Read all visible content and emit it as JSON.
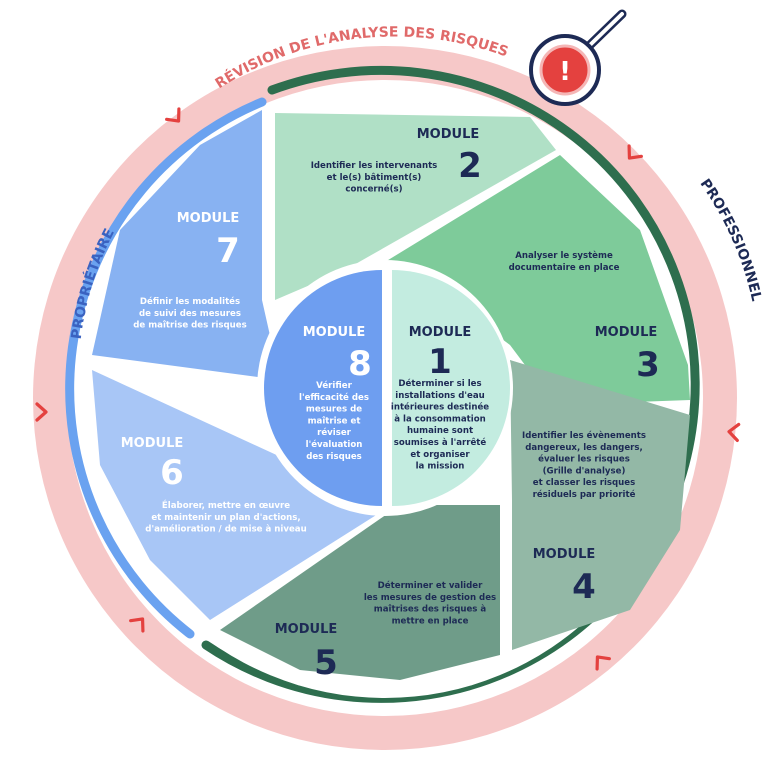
{
  "ring": {
    "top_label": "RÉVISION DE L'ANALYSE DES RISQUES",
    "left_label": "PROPRIÉTAIRE",
    "right_label": "PROFESSIONNEL",
    "alert_symbol": "!"
  },
  "colors": {
    "outer_ring": "#f6c8c8",
    "arrow": "#e4413f",
    "ring_text": "#e06a6a",
    "owner_arc": "#6aa2f0",
    "pro_arc": "#2e6e4e",
    "owner_text": "#3a62c0",
    "pro_text": "#1d2a55",
    "dark_text": "#1d2a55",
    "light_text": "#ffffff"
  },
  "modules": [
    {
      "id": 1,
      "label": "MODULE",
      "number": "1",
      "fill": "#c3ece0",
      "lines": [
        "Déterminer si les",
        "installations d'eau",
        "intérieures destinée",
        "à la consommation",
        "humaine sont",
        "soumises à l'arrêté",
        "et organiser",
        "la mission"
      ]
    },
    {
      "id": 2,
      "label": "MODULE",
      "number": "2",
      "fill": "#b0e0c6",
      "lines": [
        "Identifier les intervenants",
        "et le(s) bâtiment(s)",
        "concerné(s)"
      ]
    },
    {
      "id": 3,
      "label": "MODULE",
      "number": "3",
      "fill": "#7ecb9a",
      "lines": [
        "Analyser le système",
        "documentaire en place"
      ]
    },
    {
      "id": 4,
      "label": "MODULE",
      "number": "4",
      "fill": "#93b8a6",
      "lines": [
        "Identifier les évènements",
        "dangereux, les dangers,",
        "évaluer les risques",
        "(Grille d'analyse)",
        "et classer les risques",
        "résiduels par priorité"
      ]
    },
    {
      "id": 5,
      "label": "MODULE",
      "number": "5",
      "fill": "#6f9c89",
      "lines": [
        "Déterminer et valider",
        "les mesures de gestion des",
        "maîtrises des risques à",
        "mettre en place"
      ]
    },
    {
      "id": 6,
      "label": "MODULE",
      "number": "6",
      "fill": "#a8c6f6",
      "lines": [
        "Élaborer, mettre en œuvre",
        "et maintenir un plan d'actions,",
        "d'amélioration / de mise à niveau"
      ]
    },
    {
      "id": 7,
      "label": "MODULE",
      "number": "7",
      "fill": "#88b2f2",
      "lines": [
        "Définir les modalités",
        "de suivi des mesures",
        "de maîtrise des risques"
      ]
    },
    {
      "id": 8,
      "label": "MODULE",
      "number": "8",
      "fill": "#6e9ef0",
      "lines": [
        "Vérifier",
        "l'efficacité des",
        "mesures de",
        "maîtrise et",
        "réviser",
        "l'évaluation",
        "des risques"
      ]
    }
  ]
}
